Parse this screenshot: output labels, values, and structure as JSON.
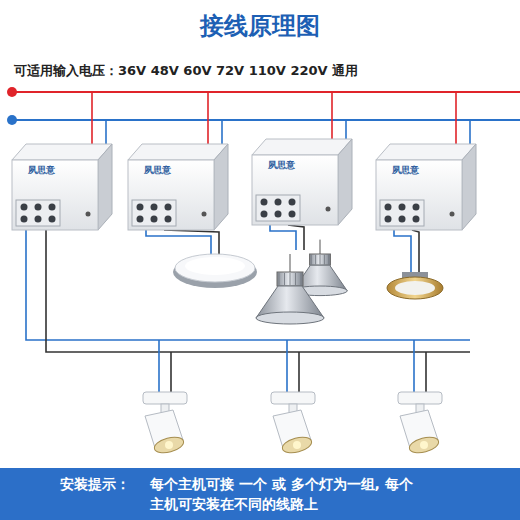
{
  "diagram": {
    "title": "接线原理图",
    "nodes": [
      {
        "text": [
          "夙思意"
        ]
      },
      {
        "text": [
          "夙思意"
        ]
      },
      {
        "text": [
          "夙思意"
        ]
      },
      {
        "text": [
          "夙思意"
        ]
      },
      {
        "text": [
          "安装提示：",
          "每个主机可接 一个 或 多个灯为一组, 每个主机可安装在不同的线路上"
        ]
      }
    ],
    "labels": [
      "可适用输入电压：36V 48V 60V 72V 110V 220V 通用"
    ]
  }
}
